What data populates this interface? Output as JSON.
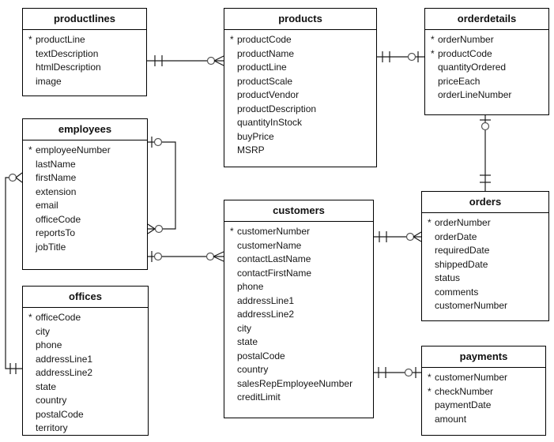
{
  "diagram": {
    "pk_marker": "*",
    "tables": [
      {
        "name": "productlines",
        "fields": [
          {
            "label": "productLine",
            "pk": true
          },
          {
            "label": "textDescription",
            "pk": false
          },
          {
            "label": "htmlDescription",
            "pk": false
          },
          {
            "label": "image",
            "pk": false
          }
        ]
      },
      {
        "name": "products",
        "fields": [
          {
            "label": "productCode",
            "pk": true
          },
          {
            "label": "productName",
            "pk": false
          },
          {
            "label": "productLine",
            "pk": false
          },
          {
            "label": "productScale",
            "pk": false
          },
          {
            "label": "productVendor",
            "pk": false
          },
          {
            "label": "productDescription",
            "pk": false
          },
          {
            "label": "quantityInStock",
            "pk": false
          },
          {
            "label": "buyPrice",
            "pk": false
          },
          {
            "label": "MSRP",
            "pk": false
          }
        ]
      },
      {
        "name": "orderdetails",
        "fields": [
          {
            "label": "orderNumber",
            "pk": true
          },
          {
            "label": "productCode",
            "pk": true
          },
          {
            "label": "quantityOrdered",
            "pk": false
          },
          {
            "label": "priceEach",
            "pk": false
          },
          {
            "label": "orderLineNumber",
            "pk": false
          }
        ]
      },
      {
        "name": "employees",
        "fields": [
          {
            "label": "employeeNumber",
            "pk": true
          },
          {
            "label": "lastName",
            "pk": false
          },
          {
            "label": "firstName",
            "pk": false
          },
          {
            "label": "extension",
            "pk": false
          },
          {
            "label": "email",
            "pk": false
          },
          {
            "label": "officeCode",
            "pk": false
          },
          {
            "label": "reportsTo",
            "pk": false
          },
          {
            "label": "jobTitle",
            "pk": false
          }
        ]
      },
      {
        "name": "customers",
        "fields": [
          {
            "label": "customerNumber",
            "pk": true
          },
          {
            "label": "customerName",
            "pk": false
          },
          {
            "label": "contactLastName",
            "pk": false
          },
          {
            "label": "contactFirstName",
            "pk": false
          },
          {
            "label": "phone",
            "pk": false
          },
          {
            "label": "addressLine1",
            "pk": false
          },
          {
            "label": "addressLine2",
            "pk": false
          },
          {
            "label": "city",
            "pk": false
          },
          {
            "label": "state",
            "pk": false
          },
          {
            "label": "postalCode",
            "pk": false
          },
          {
            "label": "country",
            "pk": false
          },
          {
            "label": "salesRepEmployeeNumber",
            "pk": false
          },
          {
            "label": "creditLimit",
            "pk": false
          }
        ]
      },
      {
        "name": "orders",
        "fields": [
          {
            "label": "orderNumber",
            "pk": true
          },
          {
            "label": "orderDate",
            "pk": false
          },
          {
            "label": "requiredDate",
            "pk": false
          },
          {
            "label": "shippedDate",
            "pk": false
          },
          {
            "label": "status",
            "pk": false
          },
          {
            "label": "comments",
            "pk": false
          },
          {
            "label": "customerNumber",
            "pk": false
          }
        ]
      },
      {
        "name": "offices",
        "fields": [
          {
            "label": "officeCode",
            "pk": true
          },
          {
            "label": "city",
            "pk": false
          },
          {
            "label": "phone",
            "pk": false
          },
          {
            "label": "addressLine1",
            "pk": false
          },
          {
            "label": "addressLine2",
            "pk": false
          },
          {
            "label": "state",
            "pk": false
          },
          {
            "label": "country",
            "pk": false
          },
          {
            "label": "postalCode",
            "pk": false
          },
          {
            "label": "territory",
            "pk": false
          }
        ]
      },
      {
        "name": "payments",
        "fields": [
          {
            "label": "customerNumber",
            "pk": true
          },
          {
            "label": "checkNumber",
            "pk": true
          },
          {
            "label": "paymentDate",
            "pk": false
          },
          {
            "label": "amount",
            "pk": false
          }
        ]
      }
    ],
    "relationships": [
      {
        "from": "productlines",
        "to": "products",
        "from_end": "one",
        "to_end": "zero-or-many"
      },
      {
        "from": "products",
        "to": "orderdetails",
        "from_end": "one",
        "to_end": "zero-or-one"
      },
      {
        "from": "orders",
        "to": "orderdetails",
        "from_end": "one",
        "to_end": "zero-or-one"
      },
      {
        "from": "customers",
        "to": "orders",
        "from_end": "one",
        "to_end": "zero-or-many"
      },
      {
        "from": "customers",
        "to": "payments",
        "from_end": "one",
        "to_end": "zero-or-one"
      },
      {
        "from": "employees",
        "to": "employees",
        "from_end": "zero-or-one",
        "to_end": "zero-or-many"
      },
      {
        "from": "employees",
        "to": "customers",
        "from_end": "zero-or-one",
        "to_end": "zero-or-many"
      },
      {
        "from": "offices",
        "to": "employees",
        "from_end": "one",
        "to_end": "zero-or-many"
      }
    ],
    "colors": {
      "background": "#ffffff",
      "box_border": "#000000",
      "text": "#161616",
      "line": "#1a1a1a",
      "circle_stroke": "#555555"
    }
  }
}
